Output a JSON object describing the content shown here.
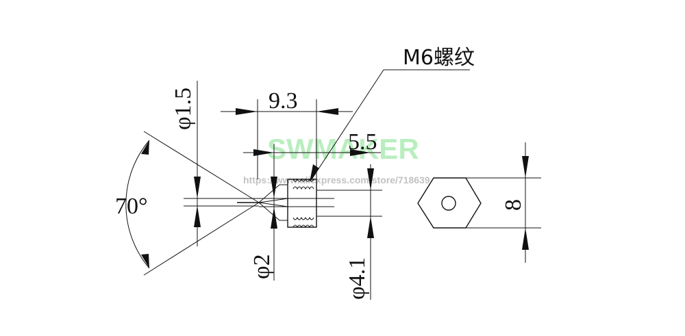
{
  "dimensions": {
    "total_length": "9.3",
    "thread_length": "5.5",
    "tip_diameter": "φ1.5",
    "bore_diameter": "φ2",
    "body_diameter": "φ4.1",
    "hex_size": "8",
    "cone_angle": "70°"
  },
  "callout": {
    "thread_label": "M6螺纹"
  },
  "watermark": {
    "brand": "SWMAKER",
    "url": "https://www.aliexpress.com/store/718639",
    "color": "#7fe08a"
  }
}
